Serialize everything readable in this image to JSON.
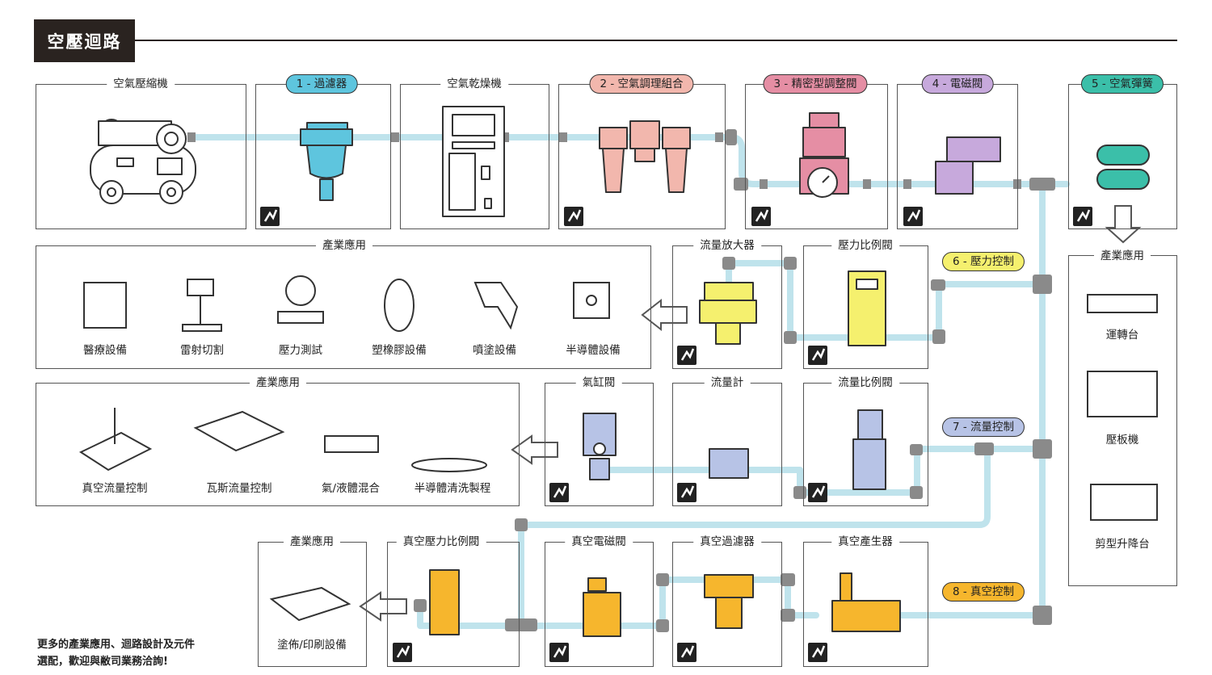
{
  "header": {
    "title": "空壓迴路"
  },
  "boxes": {
    "compressor": "空氣壓縮機",
    "filter": "1 - 過濾器",
    "dryer": "空氣乾燥機",
    "frl": "2 - 空氣調理組合",
    "precision_regulator": "3 - 精密型調整閥",
    "solenoid": "4 - 電磁閥",
    "air_spring": "5 - 空氣彈簧",
    "apps_top": "產業應用",
    "flow_booster": "流量放大器",
    "pressure_prop": "壓力比例閥",
    "apps_mid": "產業應用",
    "cylinder_valve": "氣缸閥",
    "flow_meter": "流量計",
    "flow_prop": "流量比例閥",
    "apps_bottom": "產業應用",
    "vacuum_prop": "真空壓力比例閥",
    "vacuum_solenoid": "真空電磁閥",
    "vacuum_filter": "真空過濾器",
    "vacuum_generator": "真空產生器",
    "apps_right": "產業應用"
  },
  "controls": {
    "pressure": "6 - 壓力控制",
    "flow": "7 - 流量控制",
    "vacuum": "8 - 真空控制"
  },
  "apps_top_items": [
    "醫療設備",
    "雷射切割",
    "壓力測試",
    "塑橡膠設備",
    "噴塗設備",
    "半導體設備"
  ],
  "apps_mid_items": [
    "真空流量控制",
    "瓦斯流量控制",
    "氣/液體混合",
    "半導體清洗製程"
  ],
  "apps_bottom_item": "塗佈/印刷設備",
  "apps_right_items": [
    "運轉台",
    "壓板機",
    "剪型升降台"
  ],
  "footer_note": [
    "更多的產業應用、迴路設計及元件",
    "選配，歡迎與敝司業務洽詢!"
  ],
  "colors": {
    "pipe": "#bfe3ec",
    "fitting": "#8a8a8a",
    "filter": "#5ec5de",
    "frl": "#f2b7ad",
    "regulator": "#e58ea4",
    "solenoid": "#c7a9dc",
    "air_spring": "#3bbfa9",
    "pressure_ctrl": "#f5f06e",
    "flow_ctrl": "#b7c3e6",
    "vacuum_ctrl": "#f6b62d",
    "outline": "#333333"
  },
  "icons": [
    "air-compressor-icon",
    "filter-icon",
    "air-dryer-icon",
    "frl-unit-icon",
    "regulator-icon",
    "solenoid-valve-icon",
    "air-spring-icon",
    "brand-logo-icon"
  ]
}
